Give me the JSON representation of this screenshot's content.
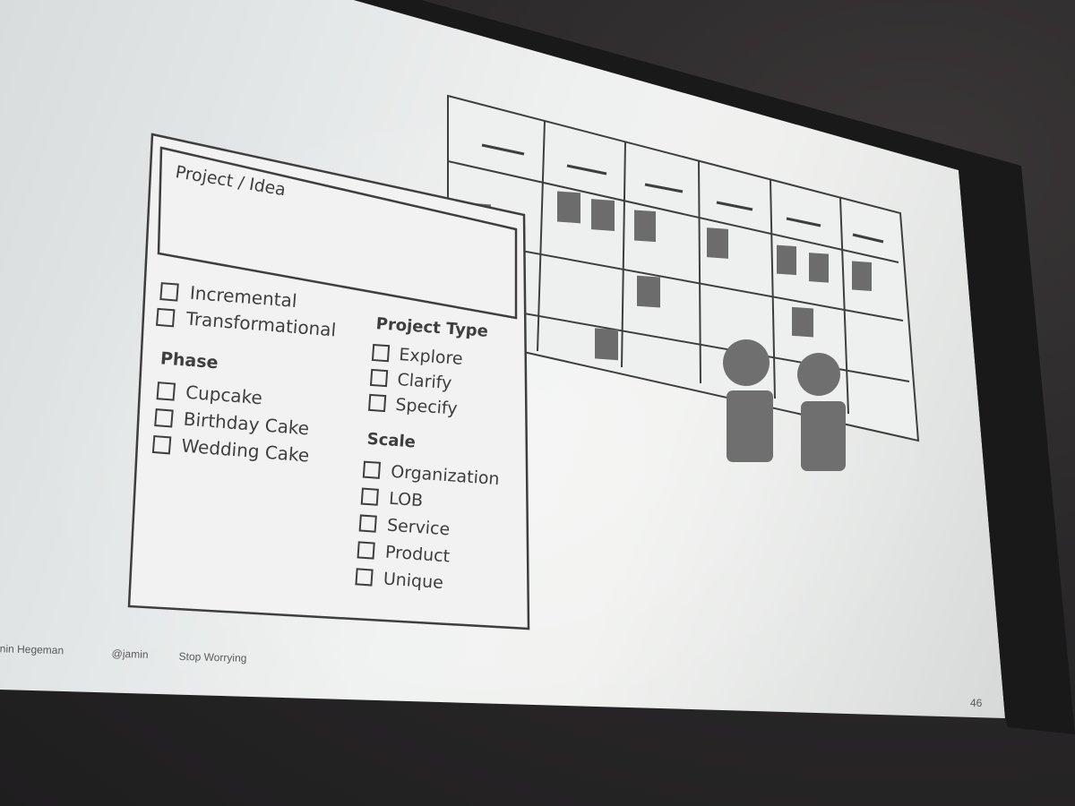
{
  "card": {
    "title": "Project / Idea",
    "options": [
      "Incremental",
      "Transformational"
    ],
    "phase": {
      "heading": "Phase",
      "items": [
        "Cupcake",
        "Birthday Cake",
        "Wedding Cake"
      ]
    },
    "project_type": {
      "heading": "Project Type",
      "items": [
        "Explore",
        "Clarify",
        "Specify"
      ]
    },
    "scale": {
      "heading": "Scale",
      "items": [
        "Organization",
        "LOB",
        "Service",
        "Product",
        "Unique"
      ]
    }
  },
  "footer": {
    "author": "nin Hegeman",
    "handle": "@jamin",
    "talk": "Stop Worrying",
    "page_number": "46"
  },
  "colors": {
    "ink": "#3e3e3e",
    "sticky": "#6c6c6c",
    "person": "#6f6f6f",
    "screen": "#eceeed"
  }
}
